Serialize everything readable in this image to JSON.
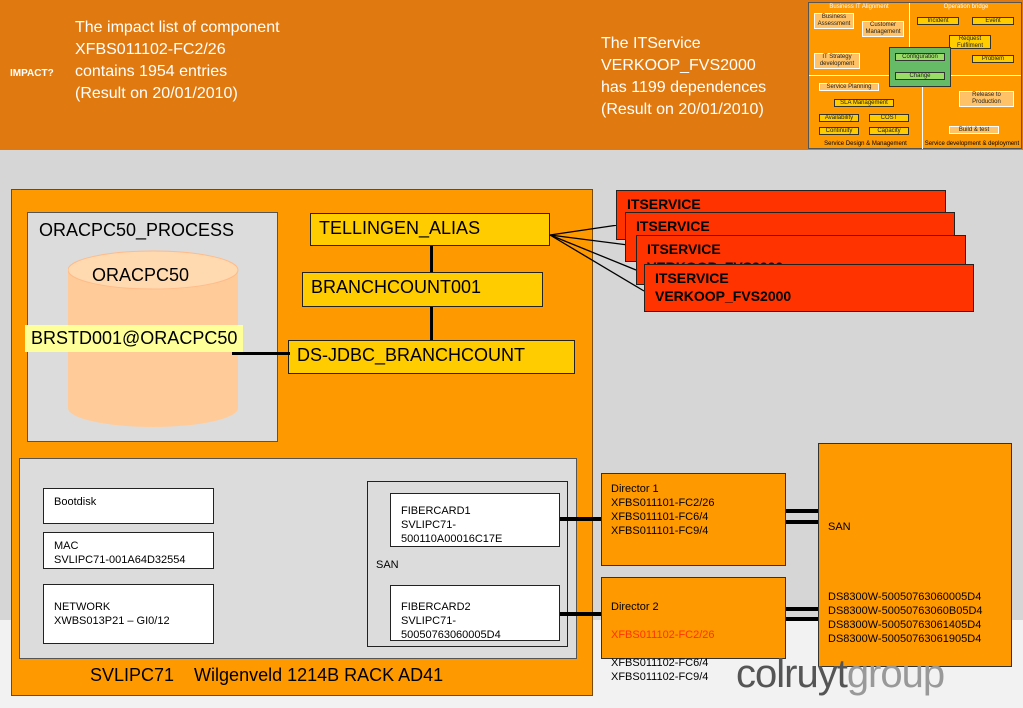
{
  "header": {
    "impact_label": "IMPACT?",
    "left_text": "The impact list of component\nXFBS011102-FC2/26\ncontains 1954 entries\n(Result on 20/01/2010)",
    "right_text": "The ITService\nVERKOOP_FVS2000\nhas 1199 dependences\n(Result on 20/01/2010)"
  },
  "thumbnail": {
    "business_it_alignment": "Business IT Alignment",
    "operation_bridge": "Operation bridge",
    "business_assessment": "Business Assessment",
    "customer_management": "Customer Management",
    "incident": "Incident",
    "event": "Event",
    "request_fulfilment": "Request Fulfilment",
    "problem": "Problem",
    "it_strategy_development": "IT Strategy development",
    "configuration": "Configuration",
    "change": "Change",
    "service_planning": "Service Planning",
    "sla_management": "SLA Management",
    "availability": "Availability",
    "cost": "COST",
    "continuity": "Continuity",
    "capacity": "Capacity",
    "release_to_production": "Release to Production",
    "build_and_test": "Build & test",
    "service_design_management": "Service Design & Management",
    "service_development_deployment": "Service development & deployment"
  },
  "diagram": {
    "process_label": "ORACPC50_PROCESS",
    "db_label": "ORACPC50",
    "db_instance": "BRSTD001@ORACPC50",
    "alias": "TELLINGEN_ALIAS",
    "branchcount": "BRANCHCOUNT001",
    "jdbc": "DS-JDBC_BRANCHCOUNT",
    "itservices": [
      "ITSERVICE\nVERKOOP_FVS2000",
      "ITSERVICE\nVERKOOP_FVS2000",
      "ITSERVICE\nVERKOOP_FVS2000",
      "ITSERVICE\nVERKOOP_FVS2000"
    ],
    "bootdisk": "Bootdisk",
    "mac": "MAC\nSVLIPC71-001A64D32554",
    "network": "NETWORK\nXWBS013P21 – GI0/12",
    "fibercard1": "FIBERCARD1\nSVLIPC71-500110A00016C17E",
    "san_inner": "SAN",
    "fibercard2": "FIBERCARD2\nSVLIPC71-50050763060005D4",
    "server_caption": "SVLIPC71    Wilgenveld 1214B RACK AD41",
    "director1": "Director 1\nXFBS011101-FC2/26\nXFBS011101-FC6/4\nXFBS011101-FC9/4",
    "director2_title": "Director 2",
    "director2_highlight": "XFBS011102-FC2/26",
    "director2_rest": "XFBS011102-FC6/4\nXFBS011102-FC9/4",
    "san_title": "SAN",
    "san_list": "DS8300W-50050763060005D4\nDS8300W-50050763060B05D4\nDS8300W-50050763061405D4\nDS8300W-50050763061905D4"
  },
  "logo": {
    "part1": "colruyt",
    "part2": "group"
  },
  "colors": {
    "header": "#e07a10",
    "container": "#ff9900",
    "alias_box": "#ffcc00",
    "itservice": "#ff3300",
    "highlight": "#ff3300"
  }
}
